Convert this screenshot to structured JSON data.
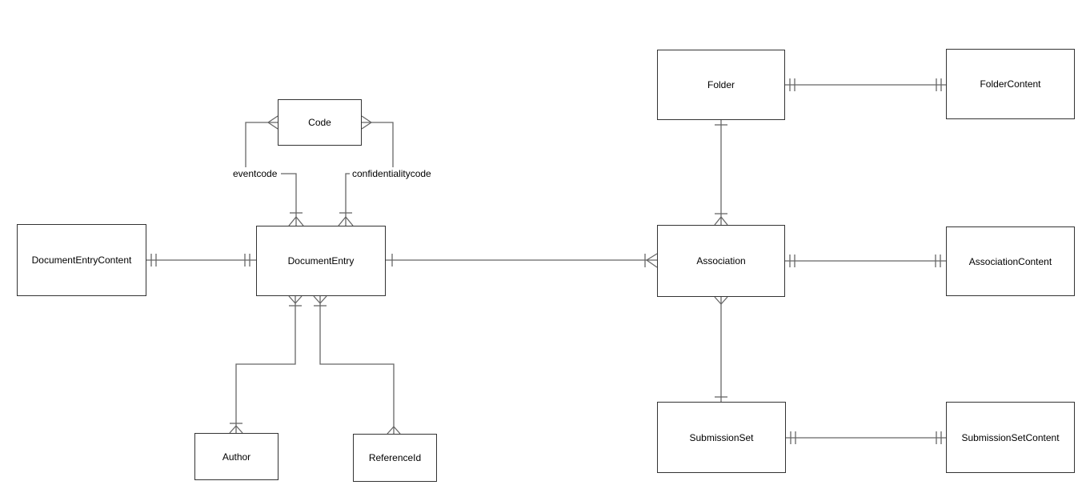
{
  "diagram": {
    "type": "entity-relationship",
    "notation": "crows-foot",
    "colors": {
      "canvas_bg": "#ffffff",
      "line": "#666666",
      "box_border": "#333333",
      "box_fill": "#ffffff",
      "text": "#000000"
    },
    "entities": {
      "code": {
        "label": "Code"
      },
      "documentEntryContent": {
        "label": "DocumentEntryContent"
      },
      "documentEntry": {
        "label": "DocumentEntry"
      },
      "author": {
        "label": "Author"
      },
      "referenceId": {
        "label": "ReferenceId"
      },
      "folder": {
        "label": "Folder"
      },
      "folderContent": {
        "label": "FolderContent"
      },
      "association": {
        "label": "Association"
      },
      "associationContent": {
        "label": "AssociationContent"
      },
      "submissionSet": {
        "label": "SubmissionSet"
      },
      "submissionSetContent": {
        "label": "SubmissionSetContent"
      }
    },
    "edge_labels": {
      "eventcode": "eventcode",
      "confidentialitycode": "confidentialitycode"
    },
    "relationships": [
      {
        "from": "DocumentEntryContent",
        "to": "DocumentEntry",
        "label": "",
        "from_end": "exactly-one",
        "to_end": "exactly-one"
      },
      {
        "from": "DocumentEntry",
        "to": "Association",
        "label": "",
        "from_end": "one",
        "to_end": "one-or-many"
      },
      {
        "from": "Code",
        "to": "DocumentEntry",
        "label": "eventcode",
        "from_end": "many",
        "to_end": "one-or-many"
      },
      {
        "from": "Code",
        "to": "DocumentEntry",
        "label": "confidentialitycode",
        "from_end": "many",
        "to_end": "one-or-many"
      },
      {
        "from": "DocumentEntry",
        "to": "Author",
        "label": "",
        "from_end": "one-or-many",
        "to_end": "one-or-many"
      },
      {
        "from": "DocumentEntry",
        "to": "ReferenceId",
        "label": "",
        "from_end": "one-or-many",
        "to_end": "many"
      },
      {
        "from": "Folder",
        "to": "FolderContent",
        "label": "",
        "from_end": "exactly-one",
        "to_end": "exactly-one"
      },
      {
        "from": "Folder",
        "to": "Association",
        "label": "",
        "from_end": "one",
        "to_end": "one-or-many"
      },
      {
        "from": "Association",
        "to": "AssociationContent",
        "label": "",
        "from_end": "exactly-one",
        "to_end": "exactly-one"
      },
      {
        "from": "Association",
        "to": "SubmissionSet",
        "label": "",
        "from_end": "many",
        "to_end": "one"
      },
      {
        "from": "SubmissionSet",
        "to": "SubmissionSetContent",
        "label": "",
        "from_end": "exactly-one",
        "to_end": "exactly-one"
      }
    ]
  }
}
